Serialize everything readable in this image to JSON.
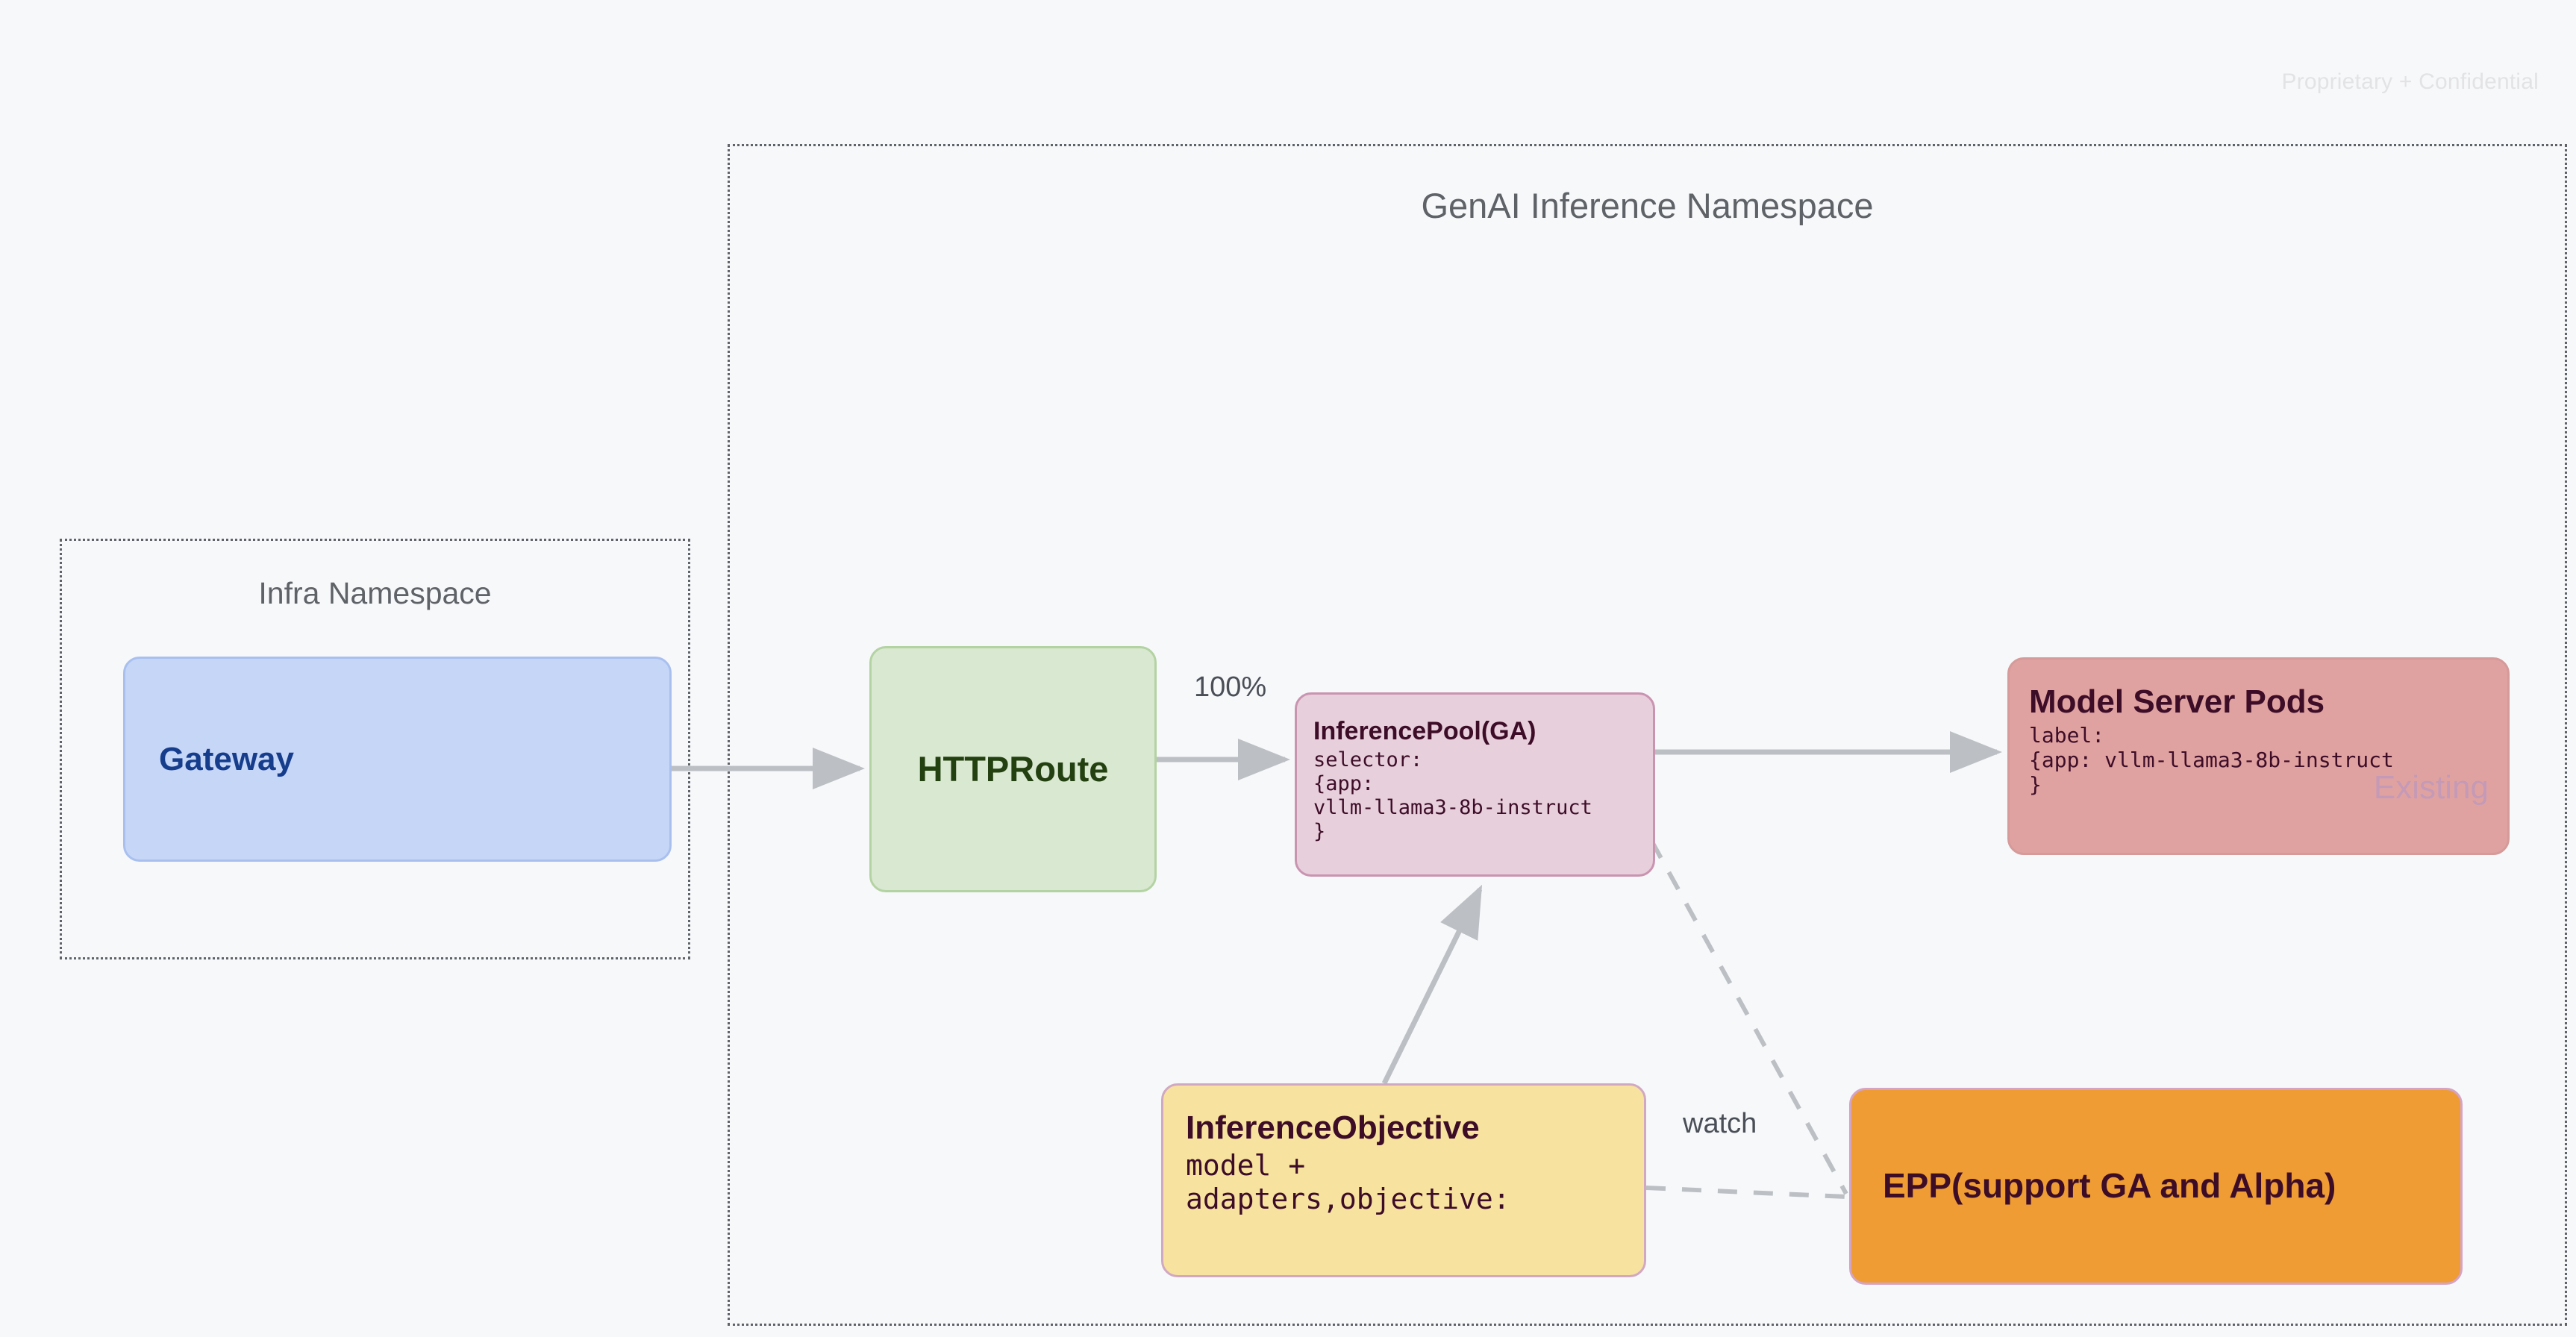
{
  "watermark": "Proprietary + Confidential",
  "namespaces": [
    {
      "id": "genai",
      "title": "GenAI Inference Namespace"
    },
    {
      "id": "infra",
      "title": "Infra Namespace"
    }
  ],
  "nodes": {
    "gateway": {
      "title": "Gateway",
      "fill": "#c6d6f7",
      "text_color": "#163d8c"
    },
    "httproute": {
      "title": "HTTPRoute",
      "fill": "#d9e8d0",
      "text_color": "#234011"
    },
    "inferencepool": {
      "title": "InferencePool(GA)",
      "body": "selector:\n{app:\nvllm-llama3-8b-instruct\n}",
      "fill": "#e8cfdc",
      "text_color": "#3d0d28"
    },
    "modelserver": {
      "title": "Model Server Pods",
      "body": "label:\n{app: vllm-llama3-8b-instruct\n}",
      "watermark": "Existing",
      "fill": "#e0a2a0",
      "text_color": "#3d0d28"
    },
    "inferenceobjective": {
      "title": "InferenceObjective",
      "body": "model +\nadapters,objective:",
      "fill": "#f8e2a0",
      "text_color": "#3d0d28"
    },
    "epp": {
      "title": "EPP(support GA and Alpha)",
      "fill": "#ee9c33",
      "text_color": "#3d0d28"
    }
  },
  "edges": [
    {
      "id": "gateway-to-httproute",
      "label": "",
      "style": "solid"
    },
    {
      "id": "httproute-to-inferencepool",
      "label": "100%",
      "style": "solid"
    },
    {
      "id": "inferencepool-to-modelserver",
      "label": "",
      "style": "solid"
    },
    {
      "id": "inferenceobjective-to-inferencepool",
      "label": "",
      "style": "solid"
    },
    {
      "id": "inferencepool-to-epp",
      "label": "",
      "style": "dashed"
    },
    {
      "id": "inferenceobjective-to-epp",
      "label": "watch",
      "style": "dashed"
    }
  ],
  "edge_labels": {
    "traffic_weight": "100%",
    "watch": "watch"
  },
  "colors": {
    "background": "#f7f8fa",
    "namespace_border": "#5f6368",
    "edge": "#bcbfc4"
  }
}
